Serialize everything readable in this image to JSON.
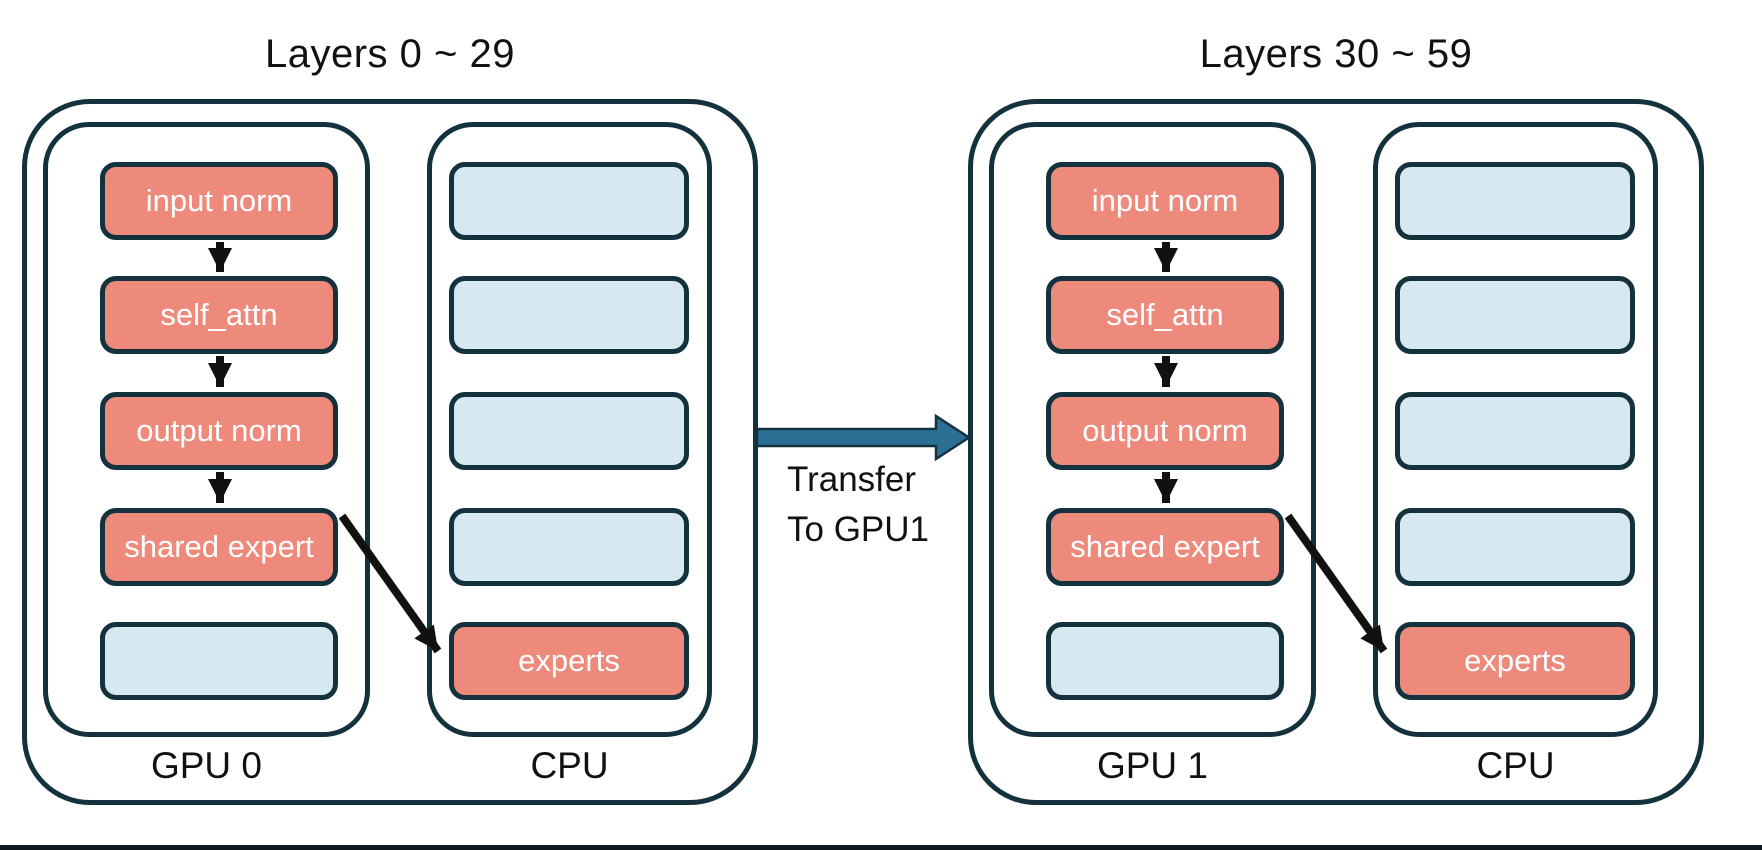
{
  "groups": [
    {
      "title": "Layers 0 ~ 29",
      "gpu": {
        "label": "GPU 0",
        "boxes": [
          {
            "label": "input norm",
            "type": "module"
          },
          {
            "label": "self_attn",
            "type": "module"
          },
          {
            "label": "output norm",
            "type": "module"
          },
          {
            "label": "shared expert",
            "type": "module"
          },
          {
            "label": "",
            "type": "empty"
          }
        ]
      },
      "cpu": {
        "label": "CPU",
        "boxes": [
          {
            "label": "",
            "type": "empty"
          },
          {
            "label": "",
            "type": "empty"
          },
          {
            "label": "",
            "type": "empty"
          },
          {
            "label": "",
            "type": "empty"
          },
          {
            "label": "experts",
            "type": "module"
          }
        ]
      }
    },
    {
      "title": "Layers 30 ~ 59",
      "gpu": {
        "label": "GPU 1",
        "boxes": [
          {
            "label": "input norm",
            "type": "module"
          },
          {
            "label": "self_attn",
            "type": "module"
          },
          {
            "label": "output norm",
            "type": "module"
          },
          {
            "label": "shared expert",
            "type": "module"
          },
          {
            "label": "",
            "type": "empty"
          }
        ]
      },
      "cpu": {
        "label": "CPU",
        "boxes": [
          {
            "label": "",
            "type": "empty"
          },
          {
            "label": "",
            "type": "empty"
          },
          {
            "label": "",
            "type": "empty"
          },
          {
            "label": "",
            "type": "empty"
          },
          {
            "label": "experts",
            "type": "module"
          }
        ]
      }
    }
  ],
  "transfer": {
    "line1": "Transfer",
    "line2": "To GPU1"
  },
  "colors": {
    "outline": "#14323E",
    "module_fill": "#EE8A7B",
    "empty_fill": "#D7E9F0",
    "transfer_arrow_fill": "#2B6F94",
    "flow_arrow": "#111111",
    "bottom_bar": "#10181F"
  }
}
